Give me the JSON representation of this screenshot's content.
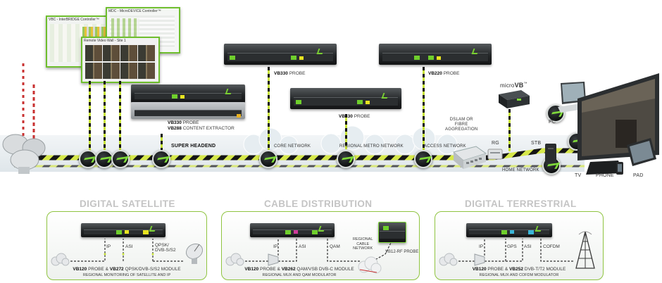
{
  "screens": {
    "vbc": "VBC - InterBRIDGE Controller™",
    "mdc": "MDC - MicroDEVICE Controller™",
    "wall": "Remote Video Wall - Site 1"
  },
  "headend": {
    "probe_model": "VB330",
    "probe_word": "PROBE",
    "extractor_model": "VB288",
    "extractor_word": "CONTENT EXTRACTOR",
    "label": "SUPER HEADEND"
  },
  "probes": {
    "core_model": "VB330",
    "core_word": "PROBE",
    "metro_model": "VB330",
    "metro_word": "PROBE",
    "access_model": "VB220",
    "access_word": "PROBE"
  },
  "network": {
    "core": "CORE NETWORK",
    "metro": "REGIONAL METRO NETWORK",
    "access": "ACCESS NETWORK",
    "dslam": "DSLAM OR\nFIBRE\nAGGREGATION",
    "rg": "RG",
    "stb": "STB",
    "home": "HOME NETWORK",
    "microvb_prefix": "micro",
    "microvb_strong": "VB",
    "microvb_tm": "™"
  },
  "devices": {
    "pc": "PC",
    "tv": "TV",
    "phone": "PHONE",
    "pad": "PAD"
  },
  "sections": {
    "satellite": {
      "title": "DIGITAL SATELLITE",
      "ip": "IP",
      "asi": "ASI",
      "qpsk": "QPSK/\nDVB-S/S2",
      "m1": "VB120",
      "w1": "PROBE  &",
      "m2": "VB272",
      "w2": "QPSK/DVB-S/S2 MODULE",
      "caption": "REGIONAL MONITORING OF SATELLITE AND IP"
    },
    "cable": {
      "title": "CABLE DISTRIBUTION",
      "ip": "IP",
      "asi": "ASI",
      "qam": "QAM",
      "regional": "REGIONAL\nCABLE\nNETWORK",
      "rf": "VB12-RF PROBE",
      "m1": "VB120",
      "w1": "PROBE  &",
      "m2": "VB262",
      "w2": "QAM/VSB DVB-C MODULE",
      "caption": "REGIONAL MUX AND QAM MODULATOR"
    },
    "terrestrial": {
      "title": "DIGITAL TERRESTRIAL",
      "ip": "IP",
      "gps": "GPS",
      "asi": "ASI",
      "cofdm": "COFDM",
      "m1": "VB120",
      "w1": "PROBE  &",
      "m2": "VB252",
      "w2": "DVB-T/T2 MODULE",
      "caption": "REGIONAL MUX AND COFDM MODULATOR"
    }
  },
  "colors": {
    "accent": "#7fd93a",
    "hazard_dark": "#111111",
    "hazard_light": "#c9e43a",
    "panel_border": "#8fc440",
    "section_title": "#c4c4c4"
  }
}
